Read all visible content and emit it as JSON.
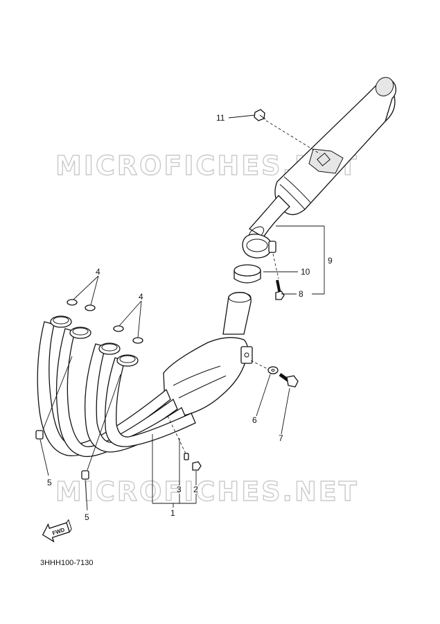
{
  "watermark": {
    "text": "MICROFICHES.NET"
  },
  "callouts": [
    {
      "id": "c1",
      "label": "1"
    },
    {
      "id": "c2",
      "label": "2"
    },
    {
      "id": "c3",
      "label": "3"
    },
    {
      "id": "c4a",
      "label": "4"
    },
    {
      "id": "c4b",
      "label": "4"
    },
    {
      "id": "c5a",
      "label": "5"
    },
    {
      "id": "c5b",
      "label": "5"
    },
    {
      "id": "c6",
      "label": "6"
    },
    {
      "id": "c7",
      "label": "7"
    },
    {
      "id": "c8",
      "label": "8"
    },
    {
      "id": "c9",
      "label": "9"
    },
    {
      "id": "c10",
      "label": "10"
    },
    {
      "id": "c11",
      "label": "11"
    }
  ],
  "fwd_arrow": {
    "label": "FWD"
  },
  "diagram_code": "3HHH100-7130"
}
